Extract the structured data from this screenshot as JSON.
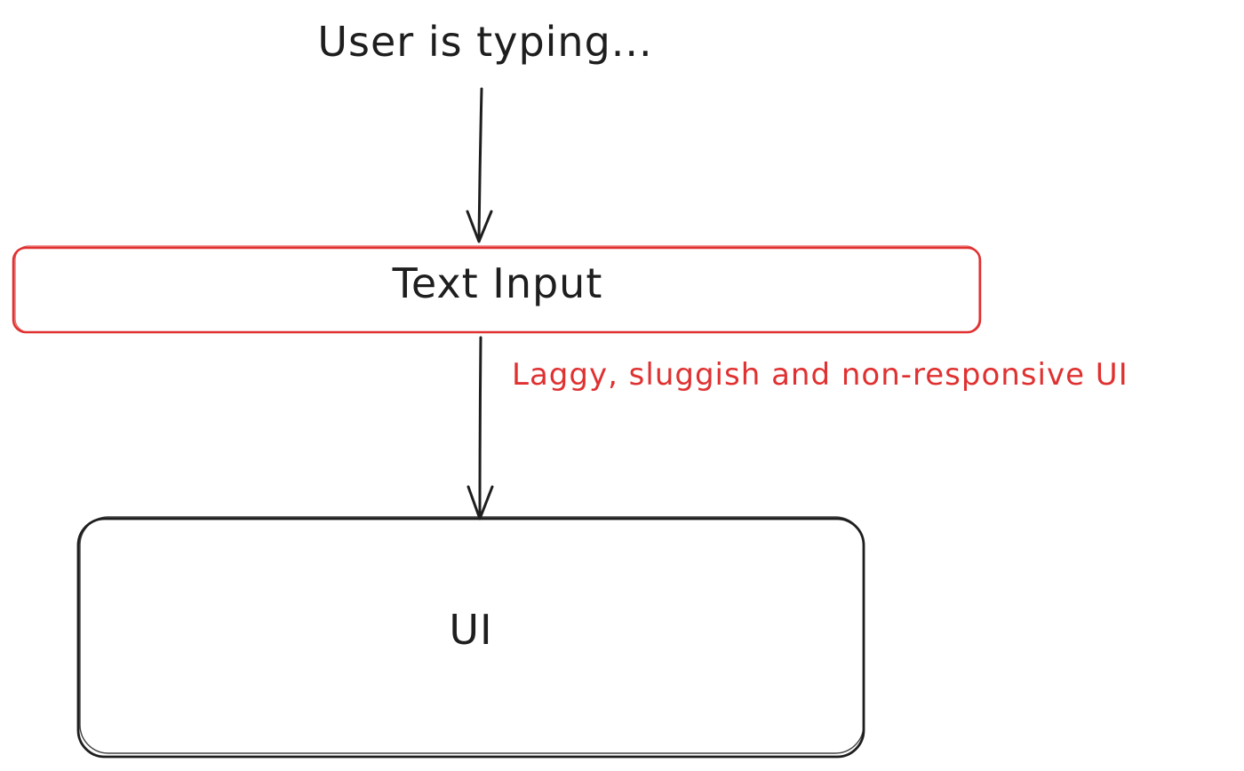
{
  "diagram": {
    "title": "User is typing...",
    "text_input_label": "Text Input",
    "annotation": "Laggy, sluggish and non-responsive UI",
    "ui_label": "UI"
  },
  "colors": {
    "ink": "#1e1e1e",
    "highlight": "#e03131",
    "background": "#ffffff"
  }
}
